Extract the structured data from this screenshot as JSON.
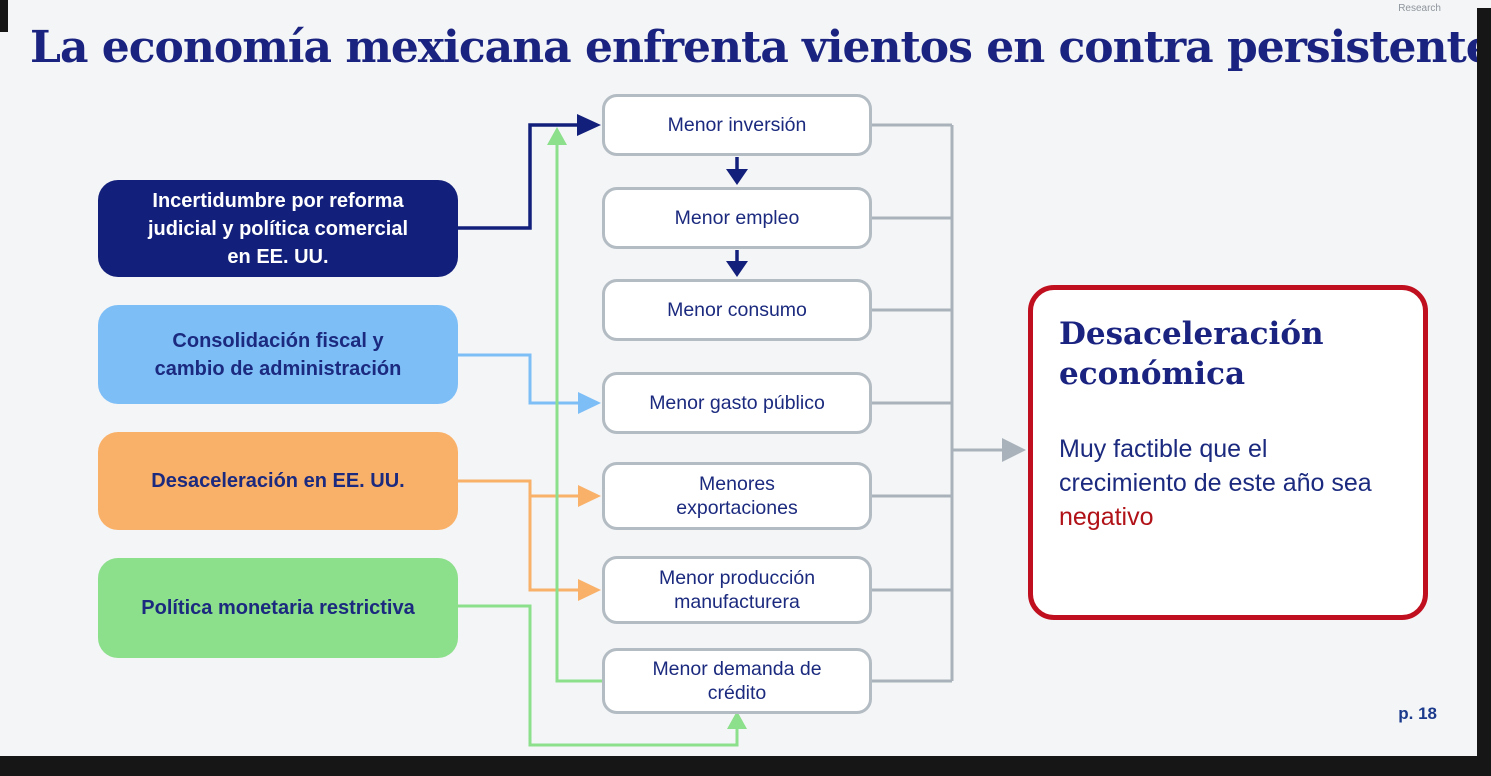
{
  "slide": {
    "title": "La economía mexicana enfrenta vientos en contra persistentes",
    "brand": "Research",
    "page_number": "p. 18"
  },
  "causes": [
    {
      "label": "Incertidumbre por reforma\njudicial y política comercial\nen EE. UU."
    },
    {
      "label": "Consolidación fiscal y\ncambio de administración"
    },
    {
      "label": "Desaceleración en EE. UU."
    },
    {
      "label": "Política monetaria restrictiva"
    }
  ],
  "effects": [
    {
      "label": "Menor inversión"
    },
    {
      "label": "Menor empleo"
    },
    {
      "label": "Menor consumo"
    },
    {
      "label": "Menor gasto público"
    },
    {
      "label": "Menores\nexportaciones"
    },
    {
      "label": "Menor producción\nmanufacturera"
    },
    {
      "label": "Menor demanda de\ncrédito"
    }
  ],
  "outcome": {
    "title": "Desaceleración\neconómica",
    "body_lead": "Muy factible que el crecimiento de este año sea ",
    "body_highlight": "negativo"
  },
  "colors": {
    "background": "#f4f5f7",
    "title": "#1a2380",
    "navy": "#13207b",
    "light_blue": "#7dbef7",
    "orange": "#f9b169",
    "green": "#8cdf8b",
    "box_border": "#b3bbc3",
    "box_text": "#1b2a7e",
    "connector_gray": "#a9b2ba",
    "red_border": "#c01020",
    "highlight_red": "#b01218",
    "frame_black": "#161616"
  }
}
